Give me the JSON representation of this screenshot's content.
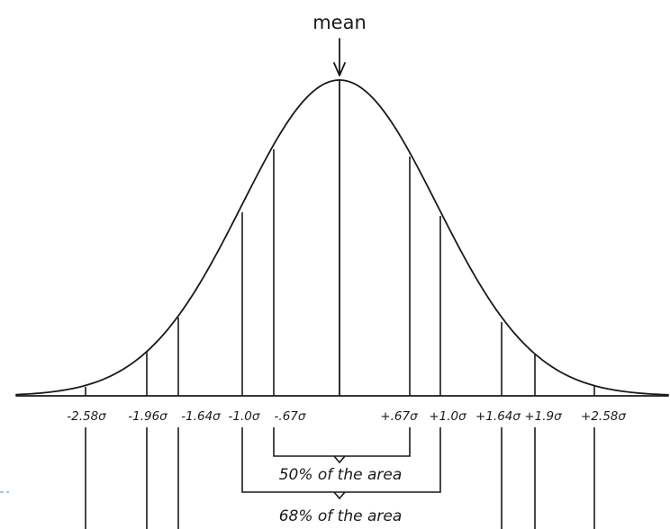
{
  "diagram": {
    "mean_label": "mean",
    "colors": {
      "ink": "#1a1a1a",
      "edge_mark": "#7a9cc6"
    },
    "ticks": [
      {
        "id": "m258",
        "label": "-2.58σ"
      },
      {
        "id": "m196",
        "label": "-1.96σ"
      },
      {
        "id": "m164",
        "label": "-1.64σ"
      },
      {
        "id": "m10",
        "label": "-1.0σ"
      },
      {
        "id": "m067",
        "label": "-.67σ"
      },
      {
        "id": "p067",
        "label": "+.67σ"
      },
      {
        "id": "p10",
        "label": "+1.0σ"
      },
      {
        "id": "p164",
        "label": "+1.64σ"
      },
      {
        "id": "p196",
        "label": "+1.9σ"
      },
      {
        "id": "p258",
        "label": "+2.58σ"
      }
    ],
    "brackets": [
      {
        "id": "b50",
        "label": "50% of the area"
      },
      {
        "id": "b68",
        "label": "68% of the area"
      }
    ]
  }
}
